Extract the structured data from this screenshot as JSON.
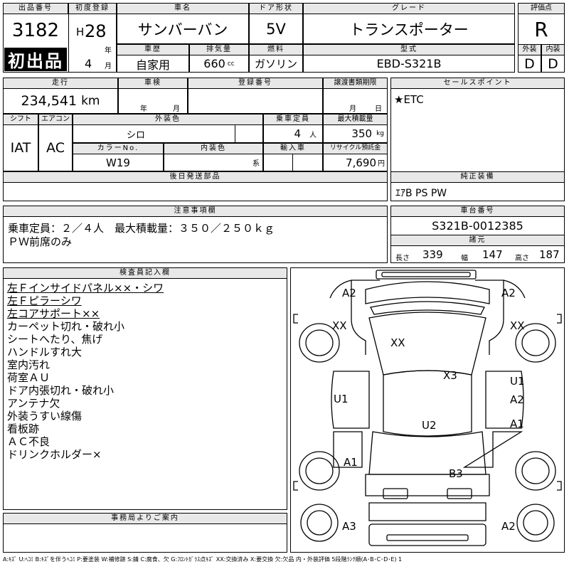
{
  "header": {
    "lot_label": "出品番号",
    "lot_value": "3182",
    "first_sale": "初出品",
    "reg_label": "初度登録",
    "era": "H",
    "year": "28",
    "year_unit": "年",
    "month": "4",
    "month_unit": "月",
    "car_name_label": "車名",
    "car_name": "サンバーバン",
    "door_label": "ドア形状",
    "door": "5V",
    "grade_label": "グレード",
    "grade": "トランスポーター",
    "score_label": "評価点",
    "score": "R",
    "history_label": "車歴",
    "history": "自家用",
    "displacement_label": "排気量",
    "displacement": "660",
    "displacement_unit": "cc",
    "fuel_label": "燃料",
    "fuel": "ガソリン",
    "model_label": "型式",
    "model": "EBD-S321B",
    "exterior_label": "外装",
    "exterior": "D",
    "interior_label": "内装",
    "interior": "D"
  },
  "row2": {
    "mileage_label": "走行",
    "mileage": "234,541",
    "mileage_unit": "km",
    "inspection_label": "車検",
    "inspection_year": "年",
    "inspection_month": "月",
    "regno_label": "登録番号",
    "transfer_label": "譲渡書類期限",
    "transfer_month": "月",
    "transfer_day": "日",
    "shift_label": "シフト",
    "shift": "IAT",
    "ac_label": "エアコン",
    "ac": "AC",
    "color_label": "外装色",
    "color": "シロ",
    "capacity_label": "乗車定員",
    "capacity": "4",
    "capacity_unit": "人",
    "load_label": "最大積載量",
    "load": "350",
    "load_unit": "kg",
    "color_no_label": "カラーNo.",
    "color_no": "W19",
    "int_color_label": "内装色",
    "int_color_unit": "系",
    "import_label": "輸入車",
    "recycle_label": "リサイクル預託金",
    "recycle": "7,690",
    "recycle_unit": "円",
    "later_parts_label": "後日発送部品"
  },
  "sales_point": {
    "label": "セールスポイント",
    "text": "★ETC"
  },
  "genuine": {
    "label": "純正装備",
    "text": "ｴｱB PS PW"
  },
  "caution": {
    "label": "注意事項欄",
    "lines": [
      "乗車定員：２／４人　最大積載量：３５０／２５０ｋｇ",
      "ＰＷ前席のみ"
    ]
  },
  "chassis": {
    "label": "車台番号",
    "value": "S321B-0012385",
    "dims_label": "諸元",
    "length_label": "長さ",
    "length": "339",
    "width_label": "幅",
    "width": "147",
    "height_label": "高さ",
    "height": "187"
  },
  "inspector": {
    "label": "検査員記入欄",
    "lines": [
      {
        "text": "左Ｆインサイドパネル××・シワ",
        "u": true
      },
      {
        "text": "左Ｆピラーシワ",
        "u": true
      },
      {
        "text": "左コアサポート××",
        "u": true
      },
      {
        "text": "カーペット切れ・破れ小",
        "u": false
      },
      {
        "text": "シートへたり、焦げ",
        "u": false
      },
      {
        "text": "ハンドルすれ大",
        "u": false
      },
      {
        "text": "室内汚れ",
        "u": false
      },
      {
        "text": "荷室ＡＵ",
        "u": false
      },
      {
        "text": "ドア内張切れ・破れ小",
        "u": false
      },
      {
        "text": "アンテナ欠",
        "u": false
      },
      {
        "text": "外装うすい線傷",
        "u": false
      },
      {
        "text": "看板跡",
        "u": false
      },
      {
        "text": "ＡＣ不良",
        "u": false
      },
      {
        "text": "ドリンクホルダー×",
        "u": false
      }
    ]
  },
  "office": {
    "label": "事務局よりご案内"
  },
  "diagram": {
    "marks": {
      "a2_tl": "A2",
      "a2_tr": "A2",
      "xx_l": "XX",
      "xx_r": "XX",
      "xx_hood": "XX",
      "x3": "X3",
      "u1_r": "U1",
      "a2_r": "A2",
      "u1_l": "U1",
      "a1_r": "A1",
      "u2": "U2",
      "a1_l": "A1",
      "b3": "B3",
      "a3_bl": "A3",
      "a2_br": "A2"
    }
  },
  "footer": "A:ｷｽﾞ U:ﾍｺﾐ B:ｷｽﾞを伴うﾍｺﾐ P:要塗装 W:補修跡 S:錆 C:腐食、欠 G:ﾌﾛﾝﾄｶﾞﾗｽ点ｷｽﾞ XX:交換済み X:要交換 欠:欠品 内・外装評価 5段階ﾗﾝｸ順(A･B･C･D･E) 1"
}
